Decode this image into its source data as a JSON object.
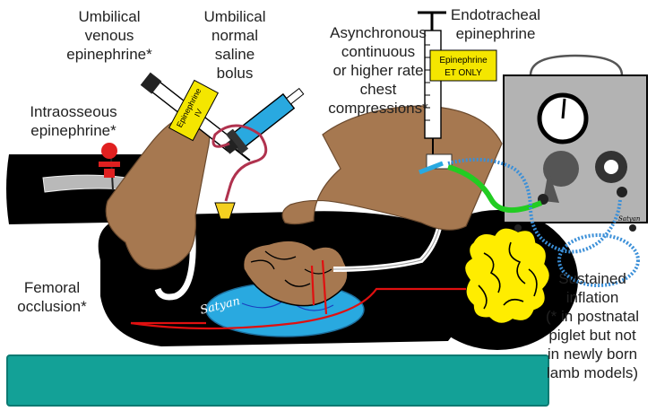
{
  "labels": {
    "umbilical_venous": [
      "Umbilical",
      "venous",
      "epinephrine*"
    ],
    "normal_saline": [
      "Umbilical",
      "normal",
      "saline",
      "bolus"
    ],
    "intraosseous": [
      "Intraosseous",
      "epinephrine*"
    ],
    "chest_compressions": [
      "Asynchronous",
      "continuous",
      "or higher rate",
      "chest",
      "compressions*"
    ],
    "endotracheal": [
      "Endotracheal",
      "epinephrine"
    ],
    "femoral": [
      "Femoral",
      "occlusion*"
    ],
    "sustained_inflation": [
      "Sustained",
      "inflation",
      "(* in postnatal",
      "piglet but not",
      "in newly born",
      "lamb models)"
    ]
  },
  "syringe_tags": {
    "iv": [
      "Epinephrine",
      "IV"
    ],
    "et": [
      "Epinephrine",
      "ET ONLY"
    ]
  },
  "signatures": [
    "Satyan",
    "Satyan"
  ],
  "colors": {
    "skin": "#a67850",
    "body": "#000000",
    "table": "#13a197",
    "brain": "#ffed00",
    "lung": "#29a9e0",
    "tube_green": "#22cc22",
    "circuit_blue": "#3a8fd8",
    "tag_yellow": "#f4e600",
    "device_gray": "#b3b3b3",
    "vessel_red": "#e01010",
    "io_red": "#e02020"
  }
}
